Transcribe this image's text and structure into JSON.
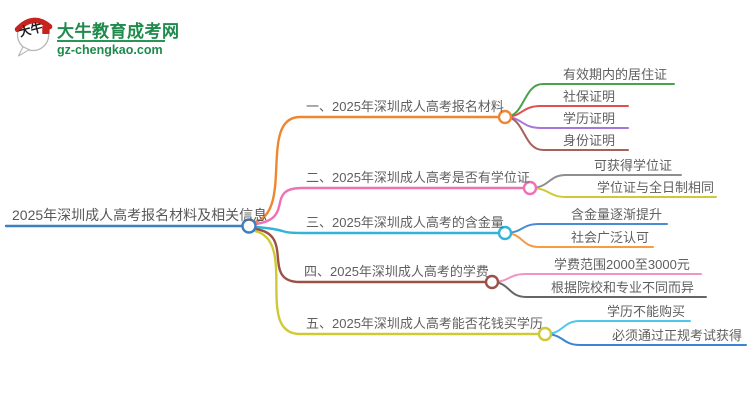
{
  "logo": {
    "title": "大牛教育成考网",
    "subtitle": "gz-chengkao.com",
    "icon_text": "大牛",
    "brand_color": "#1e8a4c",
    "seal_color": "#c5231f"
  },
  "root": {
    "label": "2025年深圳成人高考报名材料及相关信息",
    "color": "#3e7fc0"
  },
  "branches": [
    {
      "label": "一、2025年深圳成人高考报名材料",
      "color": "#ef8632",
      "children": [
        {
          "label": "有效期内的居住证",
          "color": "#46a44a"
        },
        {
          "label": "社保证明",
          "color": "#e05050"
        },
        {
          "label": "学历证明",
          "color": "#a876d8"
        },
        {
          "label": "身份证明",
          "color": "#a6625a"
        }
      ]
    },
    {
      "label": "二、2025年深圳成人高考是否有学位证",
      "color": "#ee71b6",
      "children": [
        {
          "label": "可获得学位证",
          "color": "#8e8e8e"
        },
        {
          "label": "学位证与全日制相同",
          "color": "#cfc937"
        }
      ]
    },
    {
      "label": "三、2025年深圳成人高考的含金量",
      "color": "#30b4da",
      "children": [
        {
          "label": "含金量逐渐提升",
          "color": "#4a8bd4"
        },
        {
          "label": "社会广泛认可",
          "color": "#f79b45"
        }
      ]
    },
    {
      "label": "四、2025年深圳成人高考的学费",
      "color": "#9a5247",
      "children": [
        {
          "label": "学费范围2000至3000元",
          "color": "#f392c5"
        },
        {
          "label": "根据院校和专业不同而异",
          "color": "#666666"
        }
      ]
    },
    {
      "label": "五、2025年深圳成人高考能否花钱买学历",
      "color": "#cfc937",
      "children": [
        {
          "label": "学历不能购买",
          "color": "#4cc8e8"
        },
        {
          "label": "必须通过正规考试获得",
          "color": "#3a85d4"
        }
      ]
    }
  ]
}
